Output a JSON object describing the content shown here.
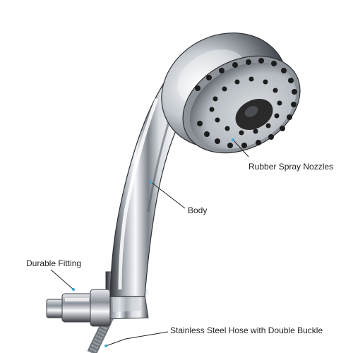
{
  "labels": {
    "rubber_spray_nozzles": "Rubber Spray Nozzles",
    "body": "Body",
    "durable_fitting": "Durable Fitting",
    "hose": "Stainless Steel Hose with Double Buckle"
  },
  "colors": {
    "background": "#ffffff",
    "chrome_dark": "#3a3d42",
    "chrome_mid": "#9aa0a8",
    "chrome_light": "#f4f6f8",
    "nozzle_black": "#1c1c1c",
    "face_dark": "#2a2a2a",
    "leader_line": "#222222",
    "leader_dot": "#3fa9d6"
  }
}
